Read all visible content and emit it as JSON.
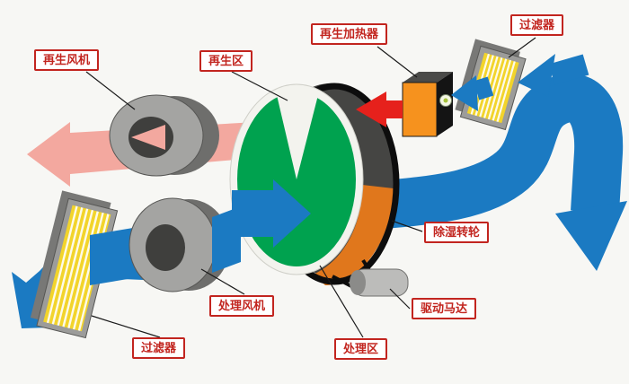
{
  "diagram": {
    "labels": {
      "regen_fan": "再生风机",
      "regen_zone": "再生区",
      "regen_heater": "再生加热器",
      "filter_top": "过滤器",
      "dehumid_wheel": "除湿转轮",
      "drive_motor": "驱动马达",
      "process_zone": "处理区",
      "process_fan": "处理风机",
      "filter_bottom": "过滤器"
    },
    "colors": {
      "process_air": "#1b7ac2",
      "regen_exhaust": "#f3a89f",
      "hot_air": "#e6211c",
      "wheel_face": "#00a24f",
      "regen_sector": "#f3f3ee",
      "heater_body": "#f6921e",
      "heated_zone": "#e0771c",
      "filter_media": "#f2d42b",
      "metal_gray": "#a4a4a4",
      "label_accent": "#c2251f",
      "background": "#f7f7f4"
    }
  }
}
